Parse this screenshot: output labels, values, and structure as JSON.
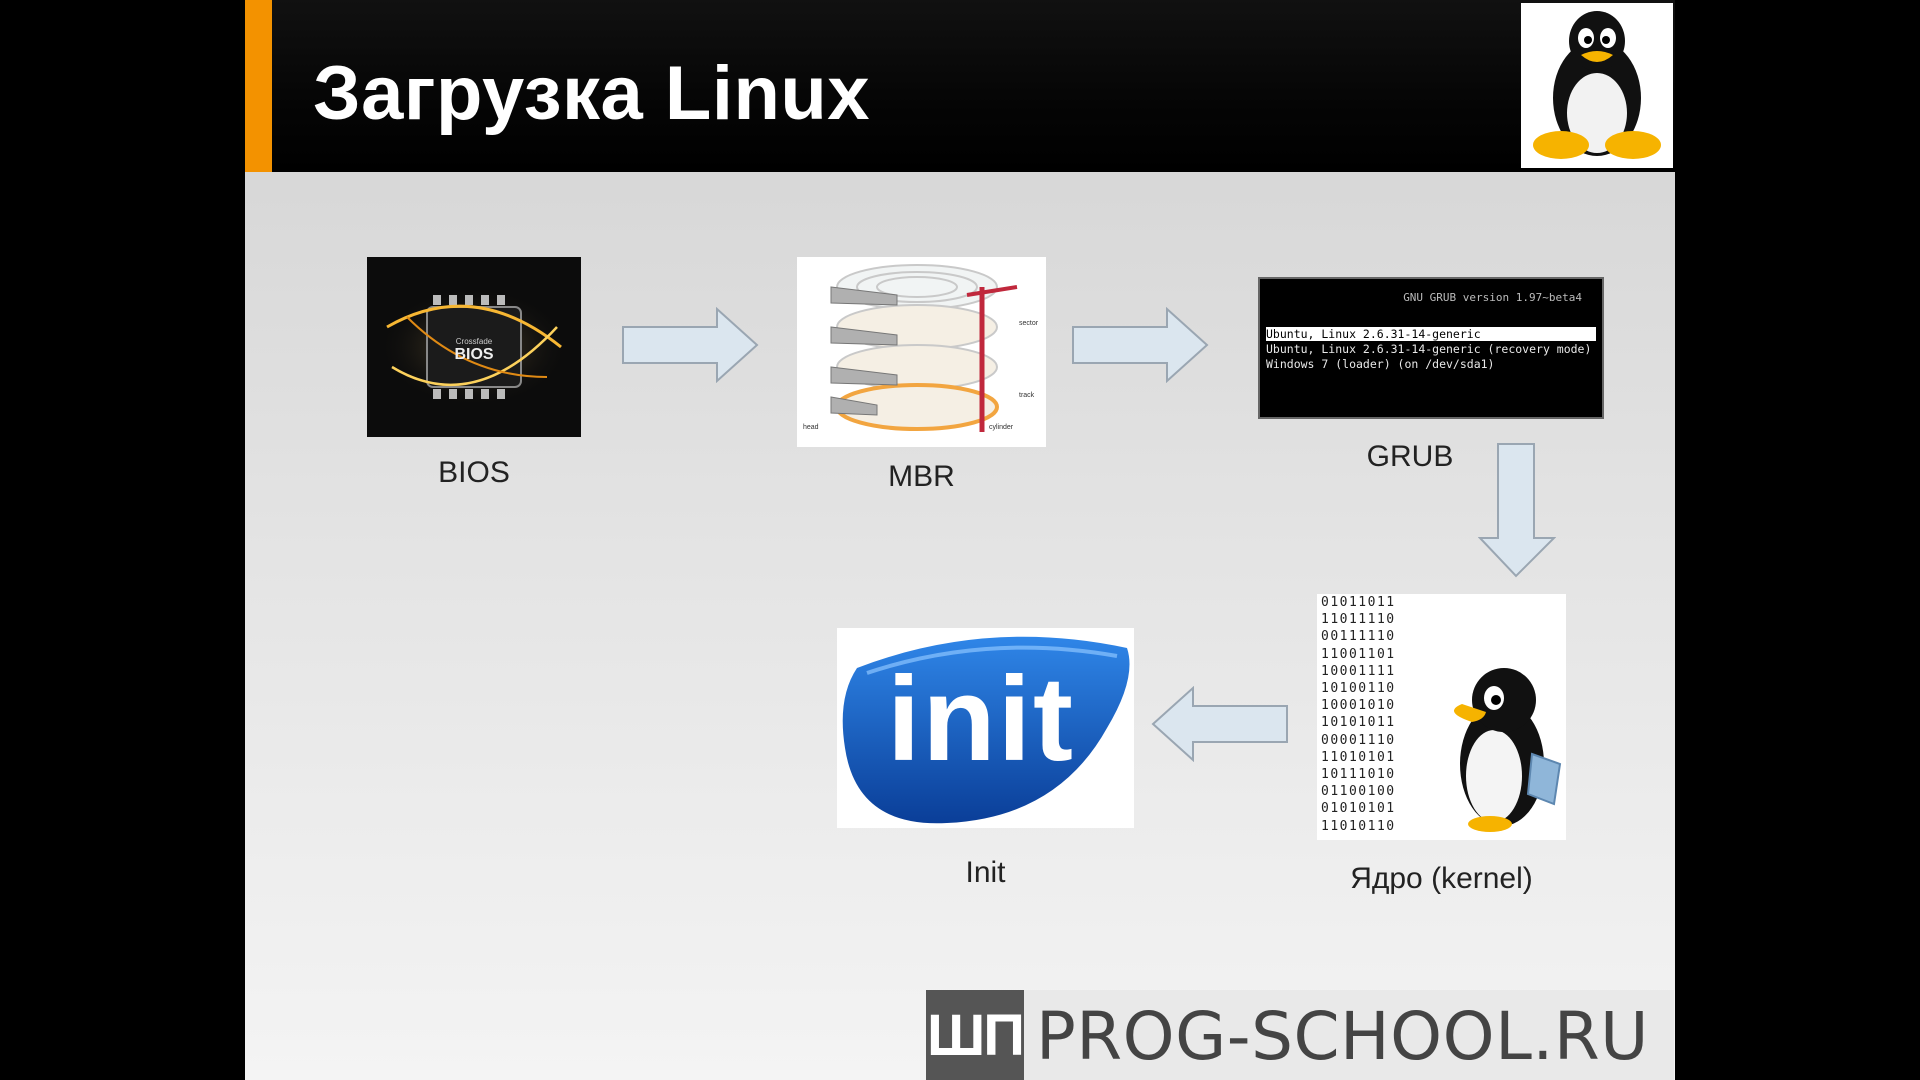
{
  "slide": {
    "title": "Загрузка Linux"
  },
  "stages": {
    "bios": {
      "label": "BIOS",
      "chip_text_small": "Crossfade",
      "chip_text": "BIOS"
    },
    "mbr": {
      "label": "MBR"
    },
    "grub": {
      "label": "GRUB",
      "header": "GNU GRUB  version 1.97~beta4",
      "entries": [
        "Ubuntu, Linux 2.6.31-14-generic",
        "Ubuntu, Linux 2.6.31-14-generic (recovery mode)",
        "Windows 7 (loader) (on /dev/sda1)"
      ]
    },
    "kernel": {
      "label": "Ядро (kernel)",
      "binary": "01011011\n11011110\n00111110\n11001101\n10001111\n10100110\n10001010\n10101011\n00001110\n11010101\n10111010\n01100100\n01010101\n11010110"
    },
    "init": {
      "label": "Init",
      "logo_text": "init"
    }
  },
  "watermark": {
    "badge": "ШП",
    "text": "PROG-SCHOOL.RU"
  },
  "colors": {
    "accent": "#f39200",
    "arrow_fill": "#dbe6ef",
    "arrow_stroke": "#9aa6b2",
    "init_blue": "#1560c9"
  },
  "icons": {
    "logo": "tux-penguin-icon",
    "arrows": "flow-arrow-icon"
  }
}
